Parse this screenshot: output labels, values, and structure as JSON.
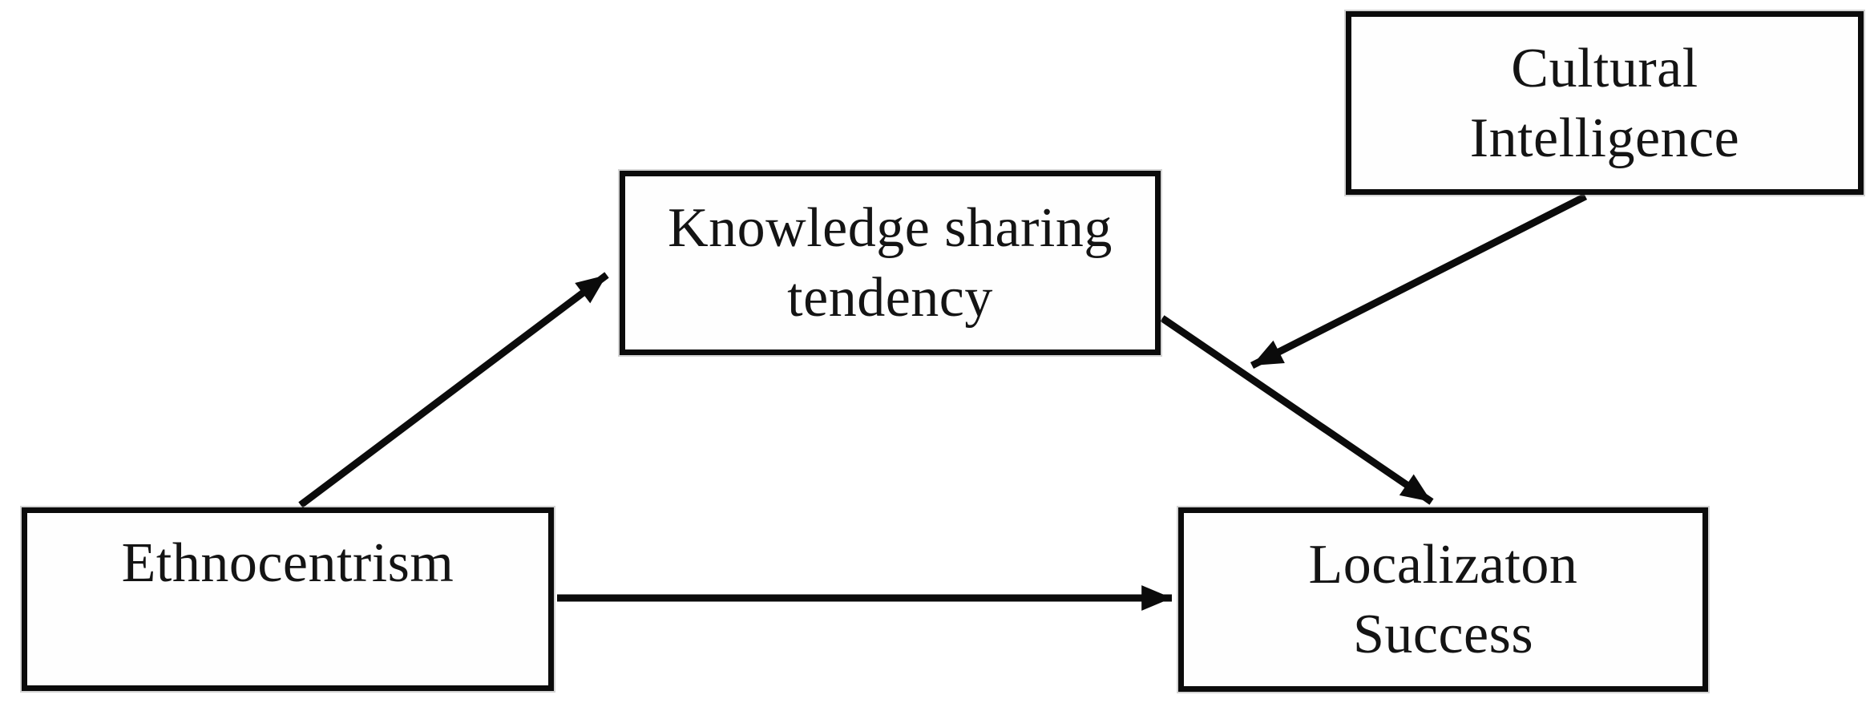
{
  "figure": {
    "kind": "conceptual-model-diagram",
    "background_color": "#ffffff",
    "box_border_color": "#0b0b0b",
    "arrow_color": "#0b0b0b",
    "text_color": "#141414"
  },
  "nodes": {
    "knowledge": {
      "lines": [
        "Knowledge sharing",
        "tendency"
      ],
      "full_label": "Knowledge sharing tendency"
    },
    "cultural": {
      "lines": [
        "Cultural",
        "Intelligence"
      ],
      "full_label": "Cultural Intelligence"
    },
    "ethnocentrism": {
      "lines": [
        "Ethnocentrism"
      ],
      "full_label": "Ethnocentrism"
    },
    "localization": {
      "lines": [
        "Localizaton",
        "Success"
      ],
      "full_label": "Localizaton Success"
    }
  },
  "edges": [
    {
      "from": "Ethnocentrism",
      "to": "Knowledge sharing tendency",
      "style": "diagonal-up-right-arrow"
    },
    {
      "from": "Knowledge sharing tendency",
      "to": "Localizaton Success",
      "style": "diagonal-down-right-arrow"
    },
    {
      "from": "Cultural Intelligence",
      "to": "path between Knowledge sharing tendency and Localizaton Success",
      "style": "moderation-arrow-pointing-at-path"
    },
    {
      "from": "Ethnocentrism",
      "to": "Localizaton Success",
      "style": "horizontal-arrow"
    }
  ]
}
